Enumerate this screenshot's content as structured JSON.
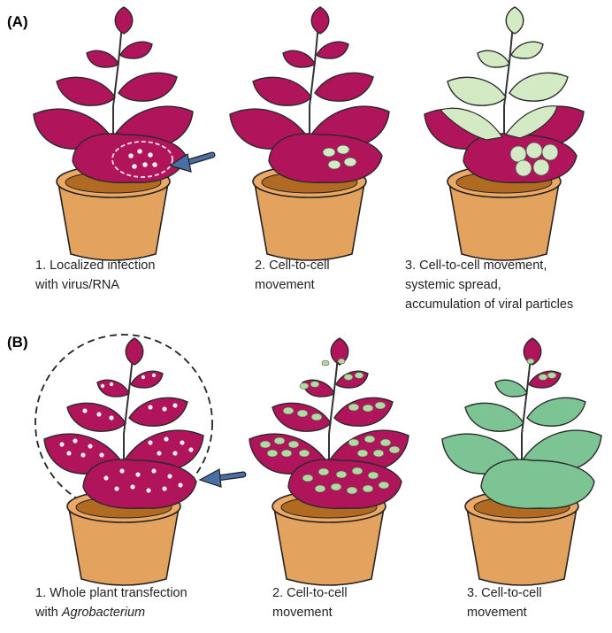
{
  "panels": [
    {
      "label": "(A)",
      "steps": [
        {
          "lines": [
            "1. Localized infection",
            "with virus/RNA"
          ]
        },
        {
          "lines": [
            "2. Cell-to-cell",
            "movement"
          ]
        },
        {
          "lines": [
            "3. Cell-to-cell movement,",
            "systemic spread,",
            "accumulation of viral particles"
          ]
        }
      ]
    },
    {
      "label": "(B)",
      "steps": [
        {
          "lines": [
            "1. Whole plant transfection"
          ],
          "prefix": "with ",
          "italic": "Agrobacterium"
        },
        {
          "lines": [
            "2. Cell-to-cell",
            "movement"
          ]
        },
        {
          "lines": [
            "3. Cell-to-cell",
            "movement"
          ]
        }
      ]
    }
  ],
  "colors": {
    "infected_leaf": "#b0145a",
    "spot_white": "#f4f0ea",
    "spot_green": "#b4d9a0",
    "pale_leaf": "#d4eac4",
    "green_leaf": "#7cc494",
    "pot": "#e3a35e",
    "pot_rim": "#eba965",
    "soil": "#b06a22",
    "arrow": "#4a6fa5",
    "stem": "#333333"
  },
  "icons": [
    "blue-arrow-icon",
    "dashed-circle-icon",
    "potted-plant-icon"
  ]
}
